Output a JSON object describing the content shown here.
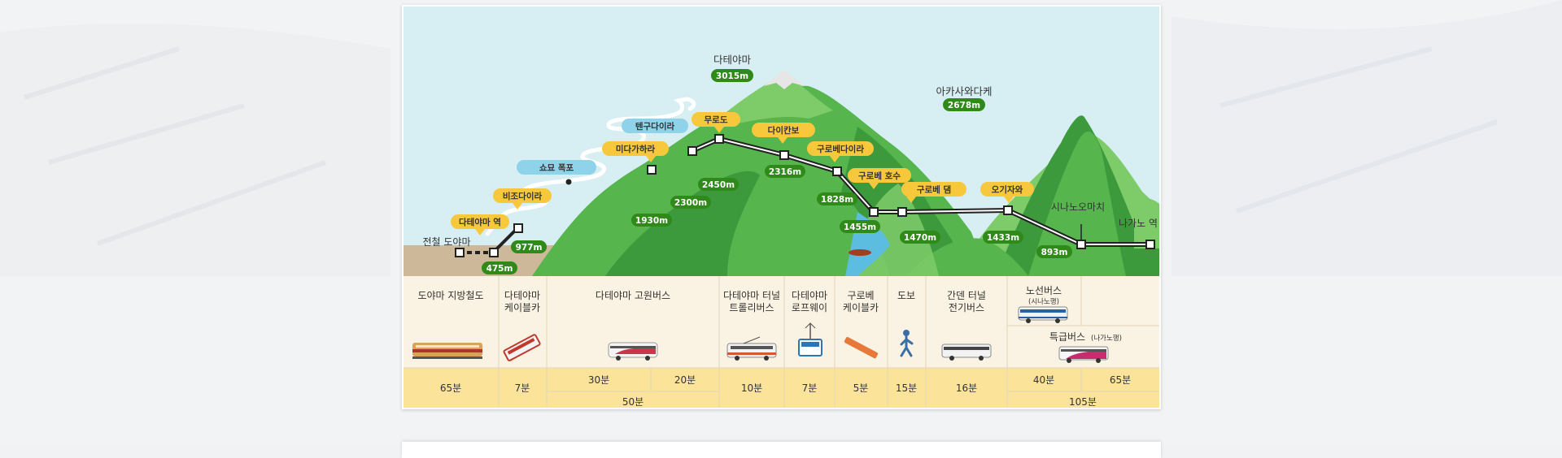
{
  "colors": {
    "sky": "#d7eef3",
    "ground": "#cdb99a",
    "mountain_dark": "#3d9a3c",
    "mountain_mid": "#56b54d",
    "mountain_light": "#7ecb6a",
    "tag_yellow": "#f8c83c",
    "tag_blue": "#8fd3ea",
    "alt_green": "#2f8a1a",
    "table_bg": "#faf3e3",
    "time_bg": "#fbe39a"
  },
  "stations": {
    "tetsudo_toyama": "전철 도야마",
    "tateyama_station": "다테야마 역",
    "bijodaira": "비조다이라",
    "shomyo_falls": "쇼묘 폭포",
    "midagahara": "미다가하라",
    "tengudaira": "텐구다이라",
    "murodo": "무로도",
    "daikanbo": "다이칸보",
    "kurobedaira": "구로베다이라",
    "kurobe_lake": "구로베 호수",
    "kurobe_dam": "구로베 댐",
    "ogizawa": "오기자와",
    "shinanoomachi": "시나노오마치",
    "nagano": "나가노 역"
  },
  "peaks": {
    "tateyama_name": "다테야마",
    "tateyama_alt": "3015m",
    "akazawa_name": "아카사와다케",
    "akazawa_alt": "2678m"
  },
  "altitudes": {
    "a475": "475m",
    "a977": "977m",
    "a1930": "1930m",
    "a2300": "2300m",
    "a2450": "2450m",
    "a2316": "2316m",
    "a1828": "1828m",
    "a1455": "1455m",
    "a1470": "1470m",
    "a1433": "1433m",
    "a893": "893m"
  },
  "transport": {
    "t1": "도야마 지방철도",
    "t2a": "다테야마",
    "t2b": "케이블카",
    "t3": "다테야마 고원버스",
    "t4a": "다테야마 터널",
    "t4b": "트롤리버스",
    "t5a": "다테야마",
    "t5b": "로프웨이",
    "t6a": "구로베",
    "t6b": "케이블카",
    "t7": "도보",
    "t8a": "간덴 터널",
    "t8b": "전기버스",
    "t9a": "노선버스",
    "t9b": "(시나노행)",
    "t10a": "특급버스",
    "t10b": "(나가노행)"
  },
  "times": {
    "m65": "65분",
    "m7": "7분",
    "m30": "30분",
    "m20": "20분",
    "m50": "50분",
    "m10": "10분",
    "m7b": "7분",
    "m5": "5분",
    "m15": "15분",
    "m16": "16분",
    "m40": "40분",
    "m65b": "65분",
    "m105": "105분"
  }
}
